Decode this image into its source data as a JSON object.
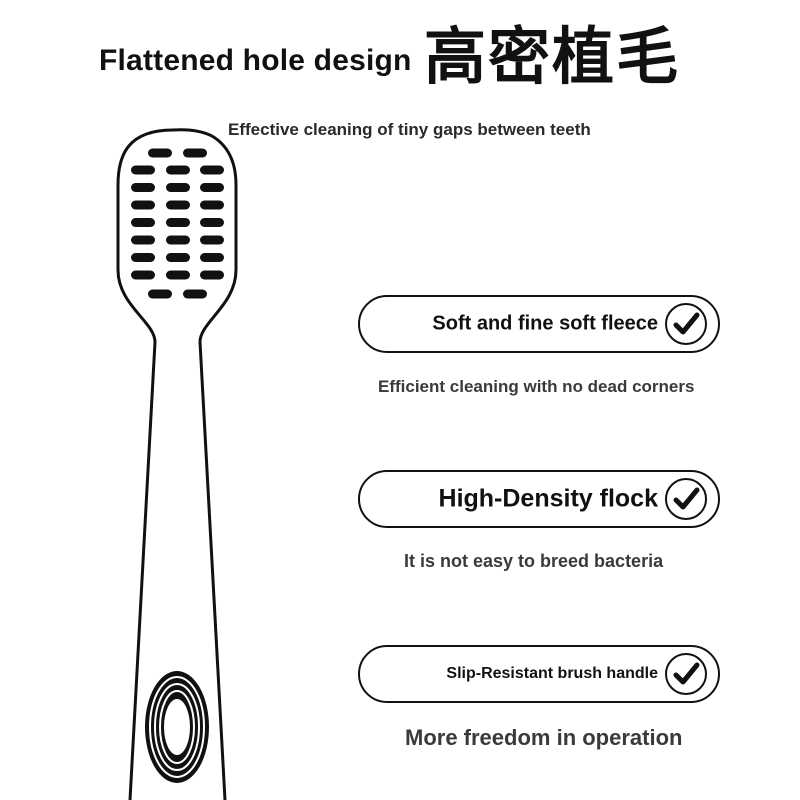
{
  "header": {
    "title": "Flattened hole design",
    "cjk_title": "高密植毛",
    "subtitle": "Effective cleaning of tiny gaps between teeth"
  },
  "features": [
    {
      "label": "Soft and fine soft fleece",
      "caption": "Efficient cleaning with no dead corners",
      "icon": "checkmark-icon"
    },
    {
      "label": "High-Density flock",
      "caption": "It is not easy to breed bacteria",
      "icon": "checkmark-icon"
    },
    {
      "label": "Slip-Resistant brush handle",
      "caption": "More freedom in operation",
      "icon": "checkmark-icon"
    }
  ],
  "colors": {
    "ink": "#111111",
    "caption": "#3a3a3a",
    "background": "#ffffff"
  }
}
